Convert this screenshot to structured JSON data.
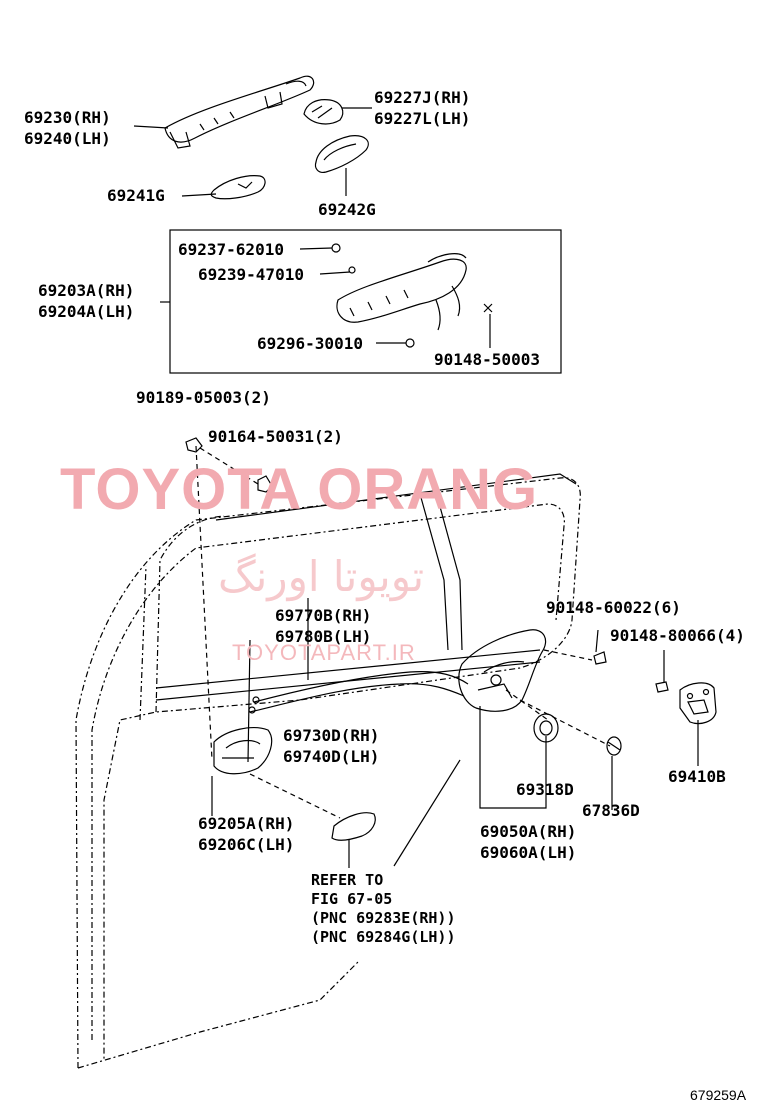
{
  "watermark": {
    "brand": "TOYOTA ORANG",
    "persian": "تویوتا اورنگ",
    "url": "TOYOTAPART.IR"
  },
  "figure_number": "679259A",
  "labels": {
    "handle_outer_rh": "69230(RH)",
    "handle_outer_lh": "69240(LH)",
    "cover_rh": "69227J(RH)",
    "cover_lh": "69227L(LH)",
    "pad_69241g": "69241G",
    "pad_69242g": "69242G",
    "frame_rh": "69203A(RH)",
    "frame_lh": "69204A(LH)",
    "part_69237": "69237-62010",
    "part_69239": "69239-47010",
    "part_69296": "69296-30010",
    "part_90148_50003": "90148-50003",
    "part_90189": "90189-05003(2)",
    "part_90164": "90164-50031(2)",
    "cable_rh": "69770B(RH)",
    "cable_lh": "69780B(LH)",
    "part_90148_60022": "90148-60022(6)",
    "part_90148_80066": "90148-80066(4)",
    "rod_rh": "69730D(RH)",
    "rod_lh": "69740D(LH)",
    "part_69318d": "69318D",
    "part_67836d": "67836D",
    "striker": "69410B",
    "inner_handle_rh": "69205A(RH)",
    "inner_handle_lh": "69206C(LH)",
    "lock_rh": "69050A(RH)",
    "lock_lh": "69060A(LH)",
    "refer_1": "REFER TO",
    "refer_2": "FIG 67-05",
    "refer_3": "(PNC 69283E(RH))",
    "refer_4": "(PNC 69284G(LH))"
  }
}
